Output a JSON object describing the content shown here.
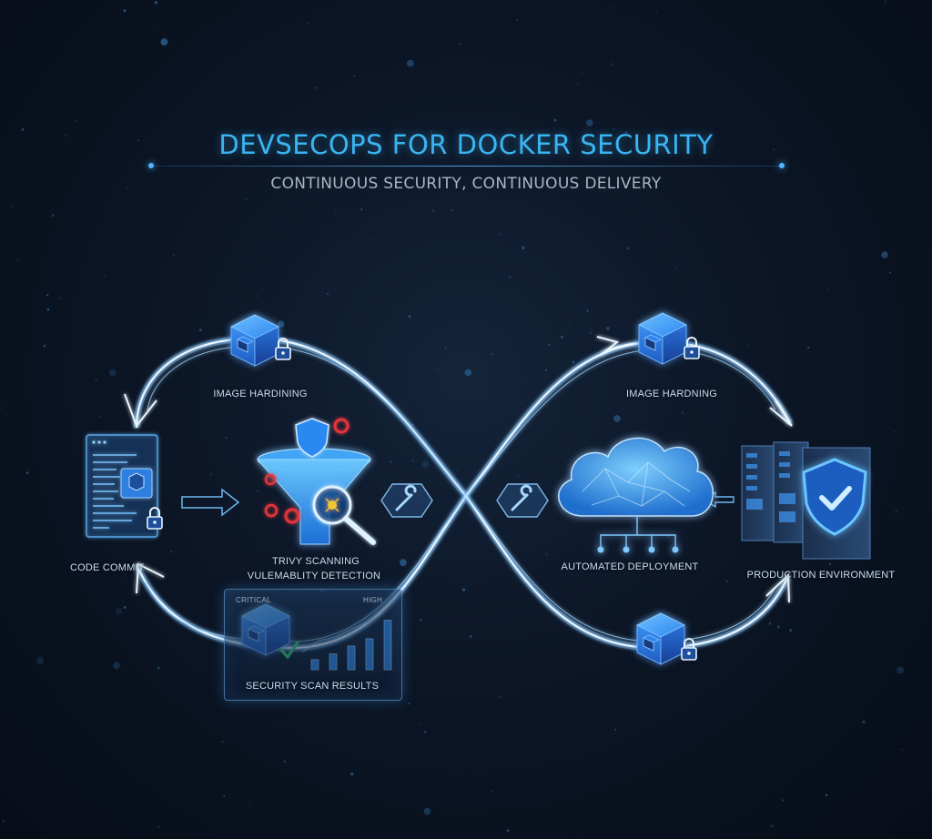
{
  "title": "DEVSECOPS FOR DOCKER SECURITY",
  "subtitle": "CONTINUOUS SECURITY, CONTINUOUS DELIVERY",
  "stages": {
    "code_commit": "CODE COMMIT",
    "image_hardening_left": "IMAGE HARDINING",
    "image_hardening_right": "IMAGE HARDNING",
    "trivy_scanning": "TRIVY SCANNING",
    "vulnerability_detection": "VULEMABLITY DETECTION",
    "security_scan_results": "SECURITY SCAN RESULTS",
    "automated_deployment": "AUTOMATED DEPLOYMENT",
    "production_environment": "PRODUCTION ENVIRONMENT"
  },
  "scan_panel": {
    "header_left": "CRITICAL",
    "header_right": "HIGH",
    "bars": [
      0.18,
      0.28,
      0.42,
      0.55,
      0.88
    ]
  },
  "icons": {
    "cube": "docker-cube-icon",
    "lock": "padlock-icon",
    "shield": "shield-check-icon",
    "funnel": "filter-funnel-icon",
    "magnifier": "magnifier-bug-icon",
    "wrench": "wrench-icon",
    "cloud": "cloud-network-icon",
    "server": "server-rack-icon",
    "document": "code-document-icon"
  },
  "colors": {
    "accent": "#3ab4f2",
    "loop": "#d9f0ff",
    "cube_top": "#4aa3ff",
    "cube_side": "#1f5cc4",
    "alert": "#e5343a",
    "ok": "#35d06b"
  }
}
